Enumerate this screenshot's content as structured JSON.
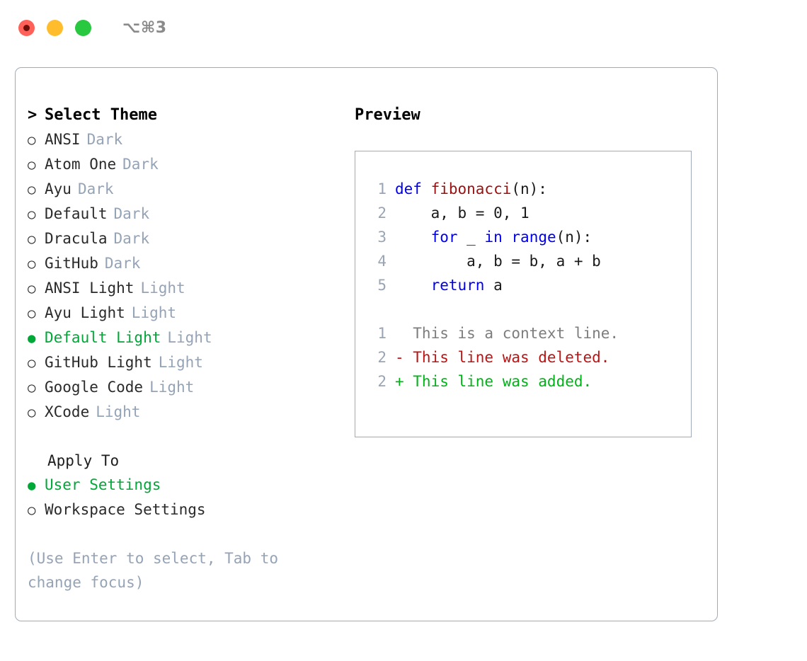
{
  "titlebar": {
    "shortcut": "⌥⌘3",
    "buttons": [
      {
        "name": "close",
        "color": "#ff6159"
      },
      {
        "name": "minimize",
        "color": "#ffbd2e"
      },
      {
        "name": "maximize",
        "color": "#28c840"
      }
    ]
  },
  "theme_picker": {
    "header": "Select Theme",
    "caret": ">",
    "bullet_empty": "○",
    "bullet_filled": "●",
    "items": [
      {
        "label": "ANSI",
        "tag": "Dark",
        "selected": false
      },
      {
        "label": "Atom One",
        "tag": "Dark",
        "selected": false
      },
      {
        "label": "Ayu",
        "tag": "Dark",
        "selected": false
      },
      {
        "label": "Default",
        "tag": "Dark",
        "selected": false
      },
      {
        "label": "Dracula",
        "tag": "Dark",
        "selected": false
      },
      {
        "label": "GitHub",
        "tag": "Dark",
        "selected": false
      },
      {
        "label": "ANSI Light",
        "tag": "Light",
        "selected": false
      },
      {
        "label": "Ayu Light",
        "tag": "Light",
        "selected": false
      },
      {
        "label": "Default Light",
        "tag": "Light",
        "selected": true
      },
      {
        "label": "GitHub Light",
        "tag": "Light",
        "selected": false
      },
      {
        "label": "Google Code",
        "tag": "Light",
        "selected": false
      },
      {
        "label": "XCode",
        "tag": "Light",
        "selected": false
      }
    ]
  },
  "apply_to": {
    "header": "Apply To",
    "items": [
      {
        "label": "User Settings",
        "selected": true
      },
      {
        "label": "Workspace Settings",
        "selected": false
      }
    ]
  },
  "hint": "(Use Enter to select, Tab to change focus)",
  "preview": {
    "title": "Preview",
    "code_lines": [
      {
        "num": "1",
        "tokens": [
          {
            "t": "def ",
            "c": "kw"
          },
          {
            "t": "fibonacci",
            "c": "fn"
          },
          {
            "t": "(n):",
            "c": "plain"
          }
        ]
      },
      {
        "num": "2",
        "tokens": [
          {
            "t": "    a, b = 0, 1",
            "c": "plain"
          }
        ]
      },
      {
        "num": "3",
        "tokens": [
          {
            "t": "    ",
            "c": "plain"
          },
          {
            "t": "for",
            "c": "kw"
          },
          {
            "t": " _ ",
            "c": "plain"
          },
          {
            "t": "in",
            "c": "kw"
          },
          {
            "t": " ",
            "c": "plain"
          },
          {
            "t": "range",
            "c": "bi"
          },
          {
            "t": "(n):",
            "c": "plain"
          }
        ]
      },
      {
        "num": "4",
        "tokens": [
          {
            "t": "        a, b = b, a + b",
            "c": "plain"
          }
        ]
      },
      {
        "num": "5",
        "tokens": [
          {
            "t": "    ",
            "c": "plain"
          },
          {
            "t": "return",
            "c": "kw"
          },
          {
            "t": " a",
            "c": "plain"
          }
        ]
      }
    ],
    "diff_lines": [
      {
        "num": "1",
        "text": "  This is a context line.",
        "kind": "ctx"
      },
      {
        "num": "2",
        "text": "- This line was deleted.",
        "kind": "del"
      },
      {
        "num": "2",
        "text": "+ This line was added.",
        "kind": "add"
      }
    ]
  },
  "colors": {
    "accent_green": "#00a838",
    "muted_blue_gray": "#95a3b6",
    "border": "#9fabbb",
    "keyword_blue": "#0000ee",
    "function_red": "#9b1111",
    "diff_add_green": "#00b317",
    "diff_del_red": "#bb1414"
  }
}
